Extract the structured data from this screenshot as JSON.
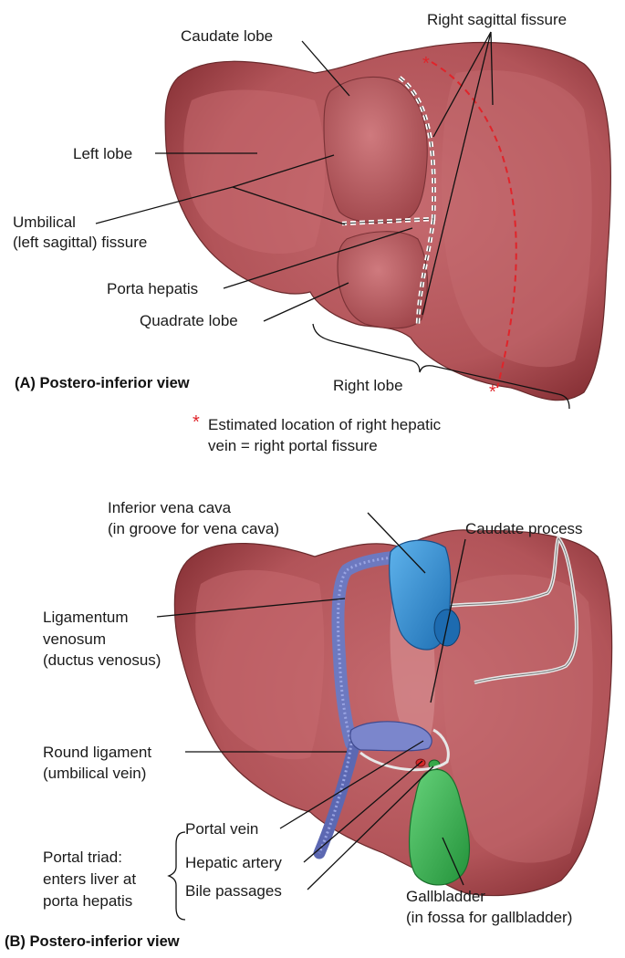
{
  "panel_a": {
    "title": "(A) Postero-inferior view",
    "labels": {
      "caudate_lobe": "Caudate lobe",
      "right_sagittal_fissure": "Right sagittal fissure",
      "left_lobe": "Left lobe",
      "umbilical_line1": "Umbilical",
      "umbilical_line2": "(left sagittal) fissure",
      "porta_hepatis": "Porta hepatis",
      "quadrate_lobe": "Quadrate lobe",
      "right_lobe": "Right lobe"
    },
    "footnote": {
      "marker": "*",
      "line1": "Estimated location of right hepatic",
      "line2": "vein = right portal fissure"
    }
  },
  "panel_b": {
    "title": "(B) Postero-inferior view",
    "labels": {
      "ivc_line1": "Inferior vena cava",
      "ivc_line2": "(in groove for vena cava)",
      "caudate_process": "Caudate process",
      "lig_venosum_line1": "Ligamentum",
      "lig_venosum_line2": "venosum",
      "lig_venosum_line3": "(ductus venosus)",
      "round_lig_line1": "Round ligament",
      "round_lig_line2": "(umbilical vein)",
      "portal_triad_line1": "Portal triad:",
      "portal_triad_line2": "enters liver at",
      "portal_triad_line3": "porta hepatis",
      "portal_vein": "Portal vein",
      "hepatic_artery": "Hepatic artery",
      "bile_passages": "Bile passages",
      "gallbladder_line1": "Gallbladder",
      "gallbladder_line2": "(in fossa for gallbladder)"
    }
  },
  "colors": {
    "liver": "#b8595e",
    "ivc": "#3a8fd1",
    "ligament": "#6d79c0",
    "gallbladder": "#3db24f",
    "fissure_marker": "#e0242a"
  }
}
